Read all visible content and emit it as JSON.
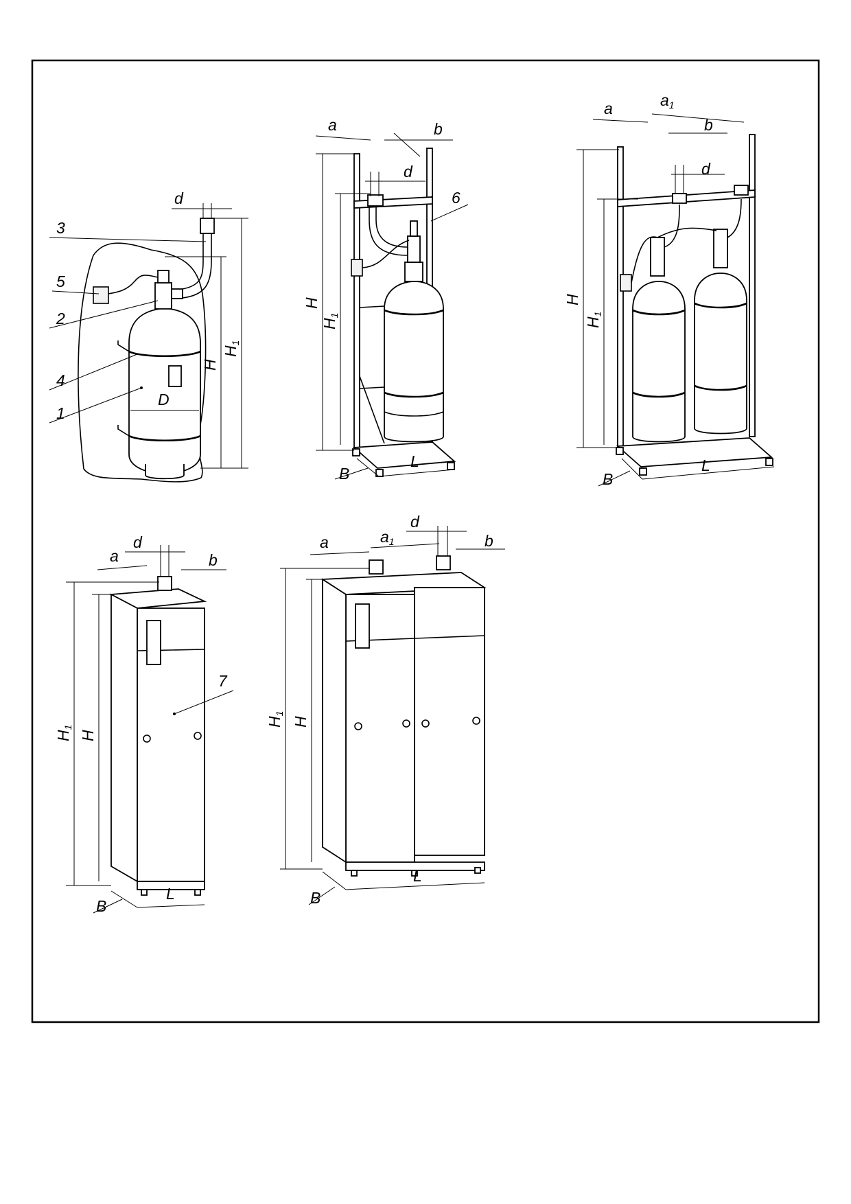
{
  "labels": {
    "d": "d",
    "H": "H",
    "H1": "H",
    "H1_sub": "1",
    "D": "D",
    "a": "a",
    "a1": "a",
    "a1_sub": "1",
    "b": "b",
    "B": "B",
    "L": "L",
    "n1": "1",
    "n2": "2",
    "n3": "3",
    "n4": "4",
    "n5": "5",
    "n6": "6",
    "n7": "7"
  }
}
